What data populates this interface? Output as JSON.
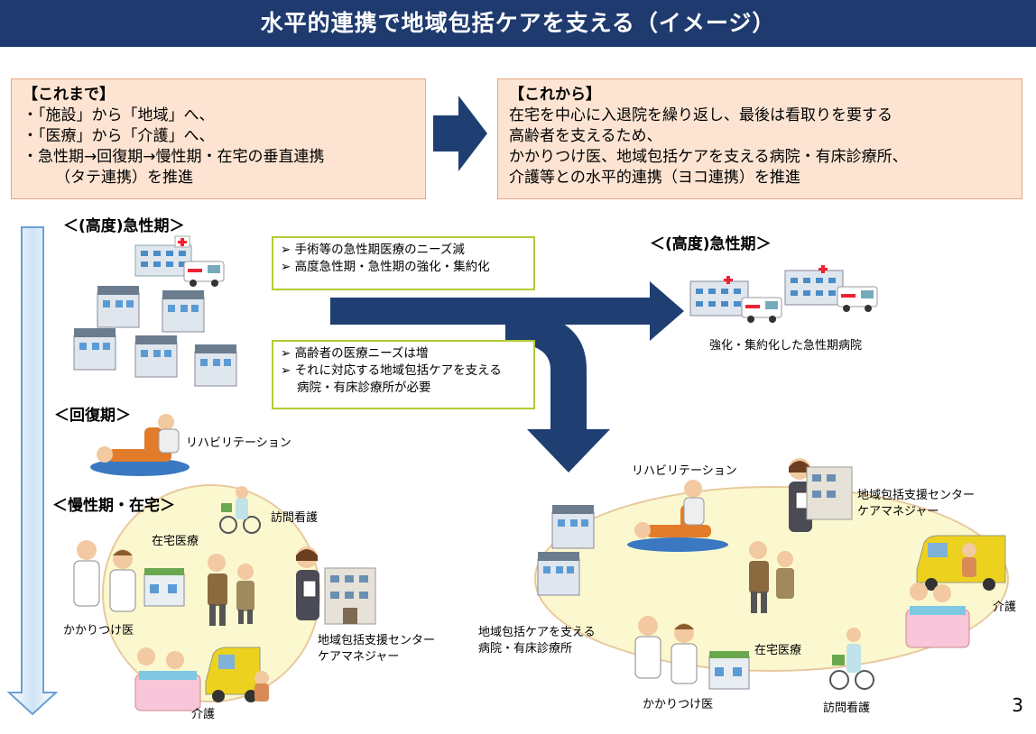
{
  "title": "水平的連携で地域包括ケアを支える（イメージ）",
  "before": {
    "heading": "【これまで】",
    "lines": [
      "・「施設」から「地域」へ、",
      "・「医療」から「介護」へ、",
      "・急性期→回復期→慢性期・在宅の垂直連携",
      "（タテ連携）を推進"
    ]
  },
  "after": {
    "heading": "【これから】",
    "lines": [
      "在宅を中心に入退院を繰り返し、最後は看取りを要する",
      "高齢者を支えるため、",
      "かかりつけ医、地域包括ケアを支える病院・有床診療所、",
      "介護等との水平的連携（ヨコ連携）を推進"
    ]
  },
  "left": {
    "acute": "＜(高度)急性期＞",
    "recovery": "＜回復期＞",
    "chronic": "＜慢性期・在宅＞",
    "rehab": "リハビリテーション",
    "visit_nursing": "訪問看護",
    "home_medical": "在宅医療",
    "family_doctor": "かかりつけ医",
    "center_line1": "地域包括支援センター",
    "center_line2": "ケアマネジャー",
    "care": "介護"
  },
  "notes1": [
    "手術等の急性期医療のニーズ減",
    "高度急性期・急性期の強化・集約化"
  ],
  "notes2": [
    "高齢者の医療ニーズは増",
    "それに対応する地域包括ケアを支える",
    "病院・有床診療所が必要"
  ],
  "right": {
    "acute": "＜(高度)急性期＞",
    "caption": "強化・集約化した急性期病院",
    "rehab": "リハビリテーション",
    "center_line1": "地域包括支援センター",
    "center_line2": "ケアマネジャー",
    "care": "介護",
    "hospital_line1": "地域包括ケアを支える",
    "hospital_line2": "病院・有床診療所",
    "home_medical": "在宅医療",
    "family_doctor": "かかりつけ医",
    "visit_nursing": "訪問看護"
  },
  "page_number": "3",
  "colors": {
    "title_bg": "#1e3a6e",
    "box_bg": "#fde4d2",
    "arrow": "#1f3f73",
    "green_border": "#b2cc34",
    "ellipse_fill": "#fbf8cf",
    "ellipse_border": "#e8c99f"
  }
}
